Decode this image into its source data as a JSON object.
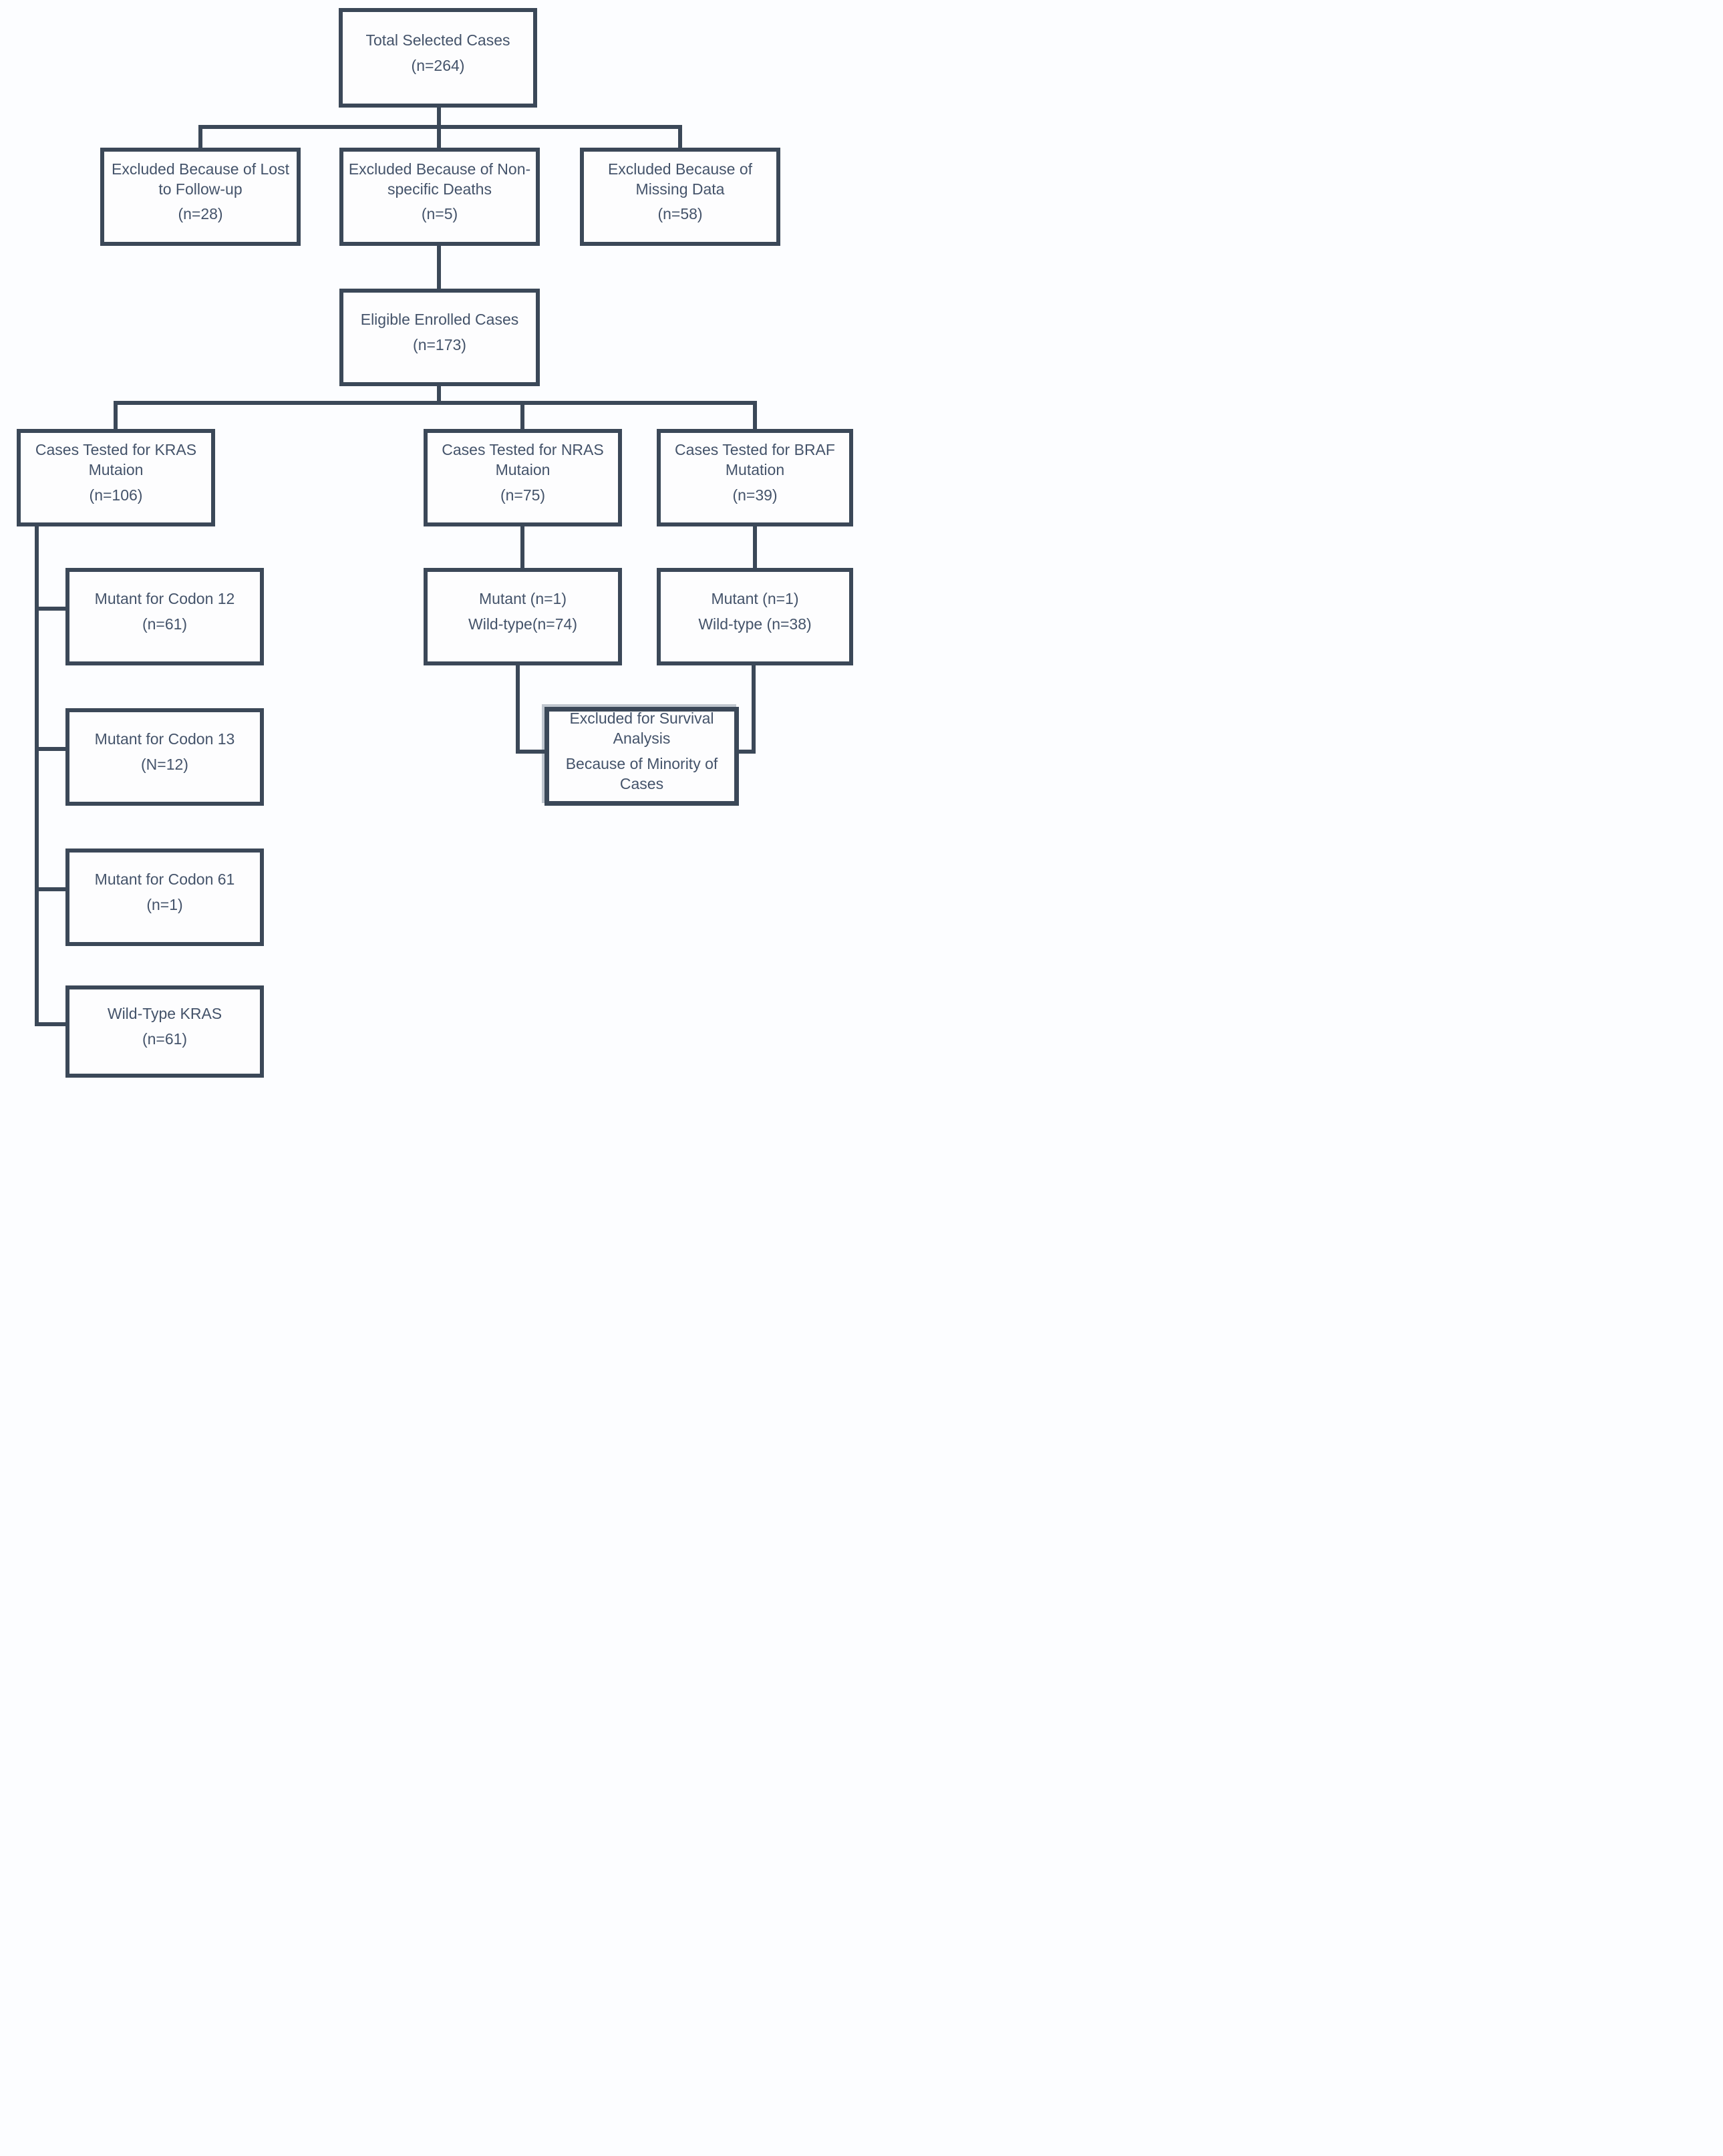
{
  "diagram_title": "Study case selection flowchart",
  "colors": {
    "line": "#3b4858",
    "text": "#44536a",
    "box_fill": "#fdfdfe",
    "background": "#fcfdff"
  },
  "nodes": {
    "total": {
      "lines": [
        "Total Selected Cases",
        "(n=264)"
      ]
    },
    "excluded_followup": {
      "lines": [
        "Excluded Because of Lost to Follow-up",
        "(n=28)"
      ]
    },
    "excluded_deaths": {
      "lines": [
        "Excluded Because of Non-specific Deaths",
        "(n=5)"
      ]
    },
    "excluded_missing": {
      "lines": [
        "Excluded Because of Missing Data",
        "(n=58)"
      ]
    },
    "eligible": {
      "lines": [
        "Eligible Enrolled Cases",
        "(n=173)"
      ]
    },
    "kras": {
      "lines": [
        "Cases Tested for KRAS Mutaion",
        "(n=106)"
      ]
    },
    "nras": {
      "lines": [
        "Cases Tested for NRAS Mutaion",
        "(n=75)"
      ]
    },
    "braf": {
      "lines": [
        "Cases Tested for BRAF Mutation",
        "(n=39)"
      ]
    },
    "codon12": {
      "lines": [
        "Mutant for Codon 12",
        "(n=61)"
      ]
    },
    "codon13": {
      "lines": [
        "Mutant for Codon 13",
        "(N=12)"
      ]
    },
    "codon61": {
      "lines": [
        "Mutant for Codon 61",
        "(n=1)"
      ]
    },
    "wildtype_kras": {
      "lines": [
        "Wild-Type KRAS",
        "(n=61)"
      ]
    },
    "nras_result": {
      "lines": [
        "Mutant (n=1)",
        "Wild-type(n=74)"
      ]
    },
    "braf_result": {
      "lines": [
        "Mutant (n=1)",
        "Wild-type (n=38)"
      ]
    },
    "excluded_survival": {
      "lines": [
        "Excluded for Survival Analysis",
        "Because of Minority of Cases"
      ]
    }
  }
}
